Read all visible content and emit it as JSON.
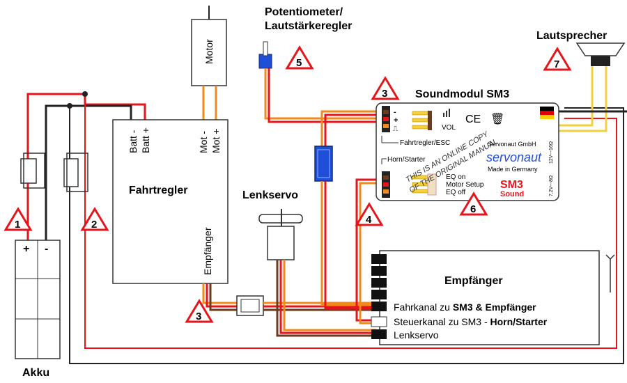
{
  "labels": {
    "potentiometer_line1": "Potentiometer/",
    "potentiometer_line2": "Lautstärkeregler",
    "lautsprecher": "Lautsprecher",
    "soundmodul": "Soundmodul SM3",
    "motor": "Motor",
    "batt_minus": "Batt -",
    "batt_plus": "Batt +",
    "mot_minus": "Mot -",
    "mot_plus": "Mot +",
    "fahrtregler": "Fahrtregler",
    "empfaenger_vertical": "Empfänger",
    "lenkservo": "Lenkservo",
    "empfaenger_box": "Empfänger",
    "akku": "Akku",
    "akku_plus": "+",
    "akku_minus": "-"
  },
  "receiver_channels": {
    "fahrkanal_prefix": "Fahrkanal zu ",
    "fahrkanal_bold": "SM3 & Empfänger",
    "steuerkanal_prefix": "Steuerkanal zu SM3 - ",
    "steuerkanal_bold": "Horn/Starter",
    "lenkservo": "Lenkservo"
  },
  "sm3": {
    "pin_minus": "-",
    "pin_plus": "+",
    "pin_signal": "⎍",
    "vol": "VOL",
    "ce": "CE",
    "fahrtregler_esc": "Fahrtregler/ESC",
    "horn_starter": "Horn/Starter",
    "eq_on": "EQ on",
    "motor_setup": "Motor Setup",
    "eq_off": "EQ off",
    "company": "Servonaut GmbH",
    "brand": "servonaut",
    "made_in": "Made in Germany",
    "model": "SM3",
    "model_sub": "Sound",
    "voltage1": "12V---16Ω",
    "voltage2": "7,2V---8Ω",
    "watermark1": "THIS IS AN ONLINE COPY",
    "watermark2": "OF THE ORIGINAL MANUAL"
  },
  "markers": {
    "m1": "1",
    "m2": "2",
    "m3a": "3",
    "m3b": "3",
    "m4": "4",
    "m5": "5",
    "m6": "6",
    "m7": "7"
  },
  "colors": {
    "red_wire": "#e8141b",
    "black_wire": "#222222",
    "orange_wire": "#f08a1c",
    "yellow_wire": "#f4d03f",
    "connector_blue": "#1f4fd8",
    "marker_red": "#e8141b"
  }
}
